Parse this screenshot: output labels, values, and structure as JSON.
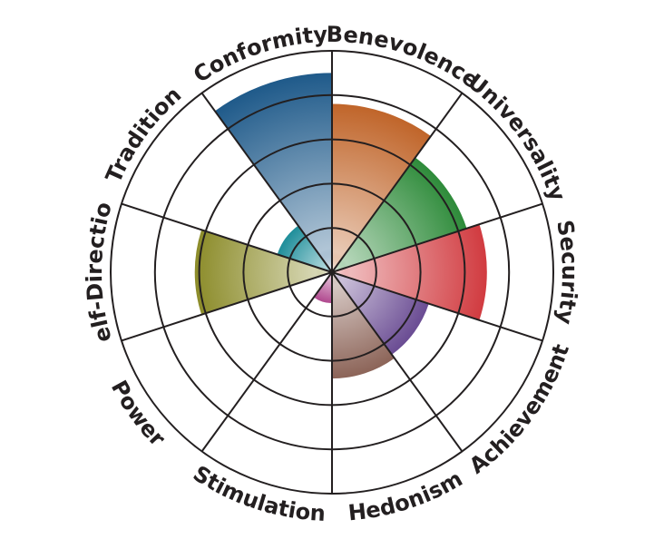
{
  "chart_data": {
    "type": "polar-area",
    "rlim": [
      0,
      5
    ],
    "grid": true,
    "categories": [
      "Benevolence",
      "Universality",
      "Security",
      "Achievement",
      "Hedonism",
      "Stimulation",
      "Power",
      "Self-Direction",
      "Tradition",
      "Conformity"
    ],
    "values": [
      3.8,
      3.2,
      3.5,
      2.3,
      2.4,
      0.7,
      0,
      3.1,
      1.3,
      4.5
    ],
    "colors": [
      "#c0652a",
      "#2e8b3a",
      "#d13b40",
      "#6a4c93",
      "#8c6458",
      "#b0488e",
      "#888888",
      "#8c8c2a",
      "#1f8e9a",
      "#1f5a8a"
    ]
  }
}
